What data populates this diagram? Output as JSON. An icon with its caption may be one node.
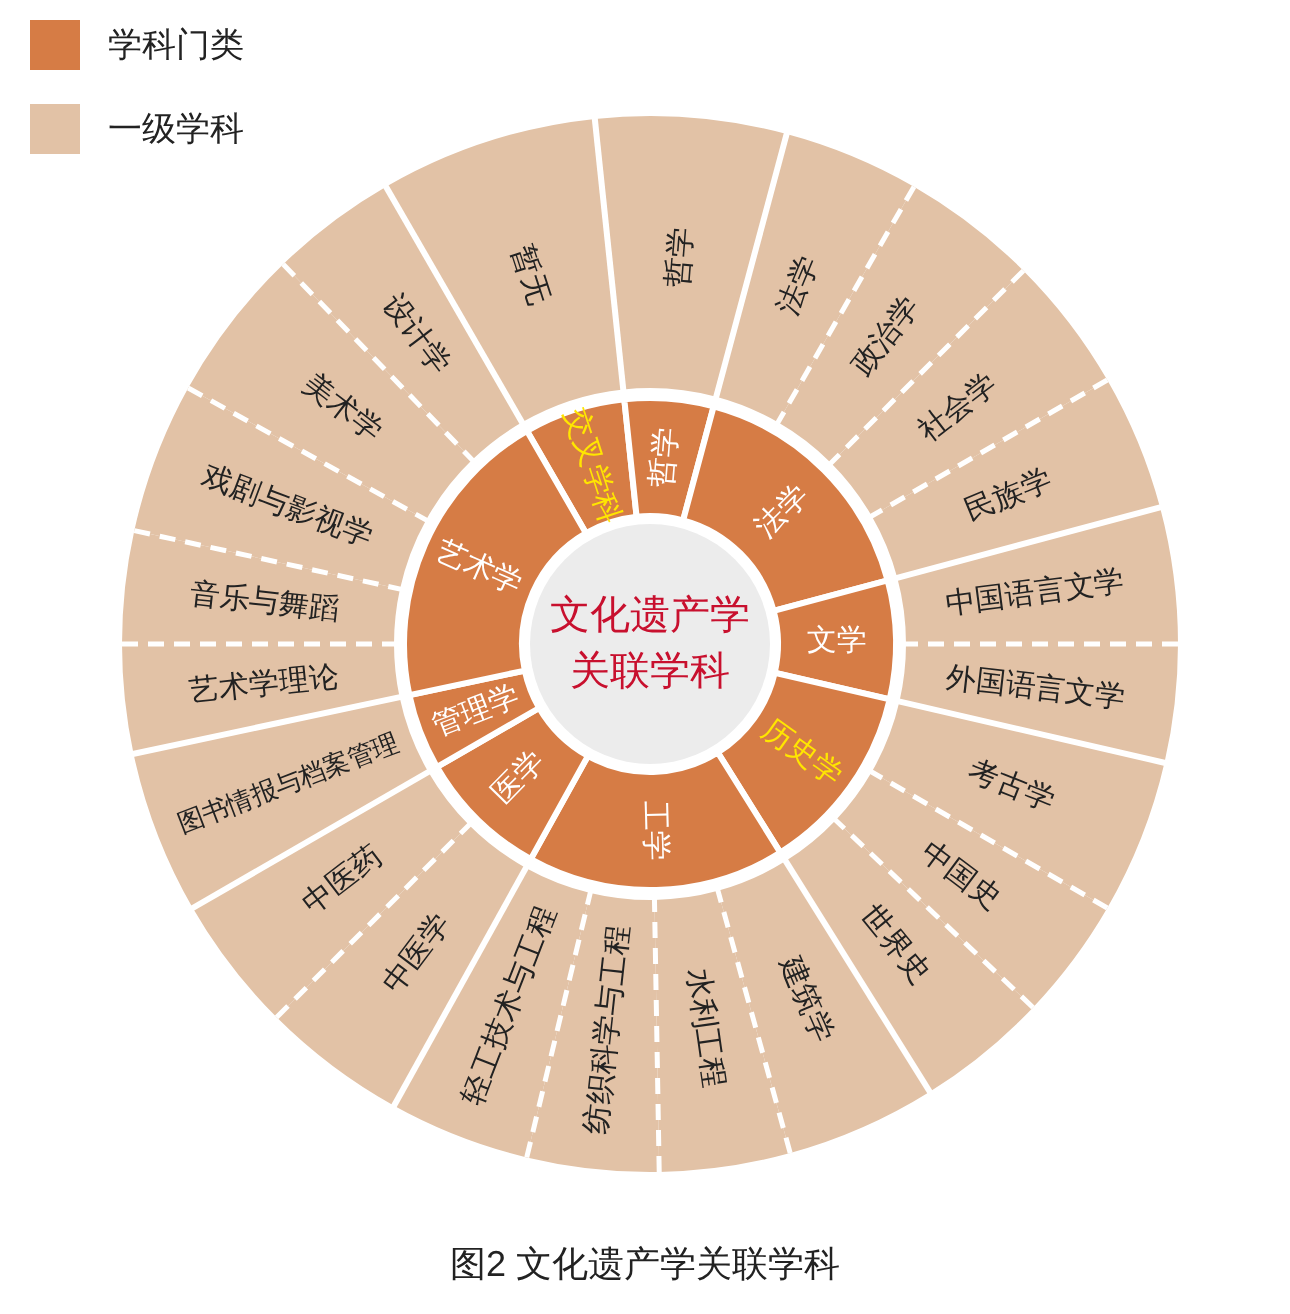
{
  "diagram": {
    "caption": "图2 文化遗产学关联学科",
    "nodes": [
      {
        "text": [
          "文化遗产学关联学科"
        ]
      },
      {
        "text": [
          "交叉学科"
        ]
      },
      {
        "text": [
          "哲学"
        ]
      },
      {
        "text": [
          "法学"
        ]
      },
      {
        "text": [
          "文学"
        ]
      },
      {
        "text": [
          "历史学"
        ]
      },
      {
        "text": [
          "工学"
        ]
      },
      {
        "text": [
          "医学"
        ]
      },
      {
        "text": [
          "管理学"
        ]
      },
      {
        "text": [
          "艺术学"
        ]
      },
      {
        "text": [
          "暂无"
        ]
      },
      {
        "text": [
          "哲学"
        ]
      },
      {
        "text": [
          "法学"
        ]
      },
      {
        "text": [
          "政治学"
        ]
      },
      {
        "text": [
          "社会学"
        ]
      },
      {
        "text": [
          "民族学"
        ]
      },
      {
        "text": [
          "中国语言文学"
        ]
      },
      {
        "text": [
          "外国语言文学"
        ]
      },
      {
        "text": [
          "考古学"
        ]
      },
      {
        "text": [
          "中国史"
        ]
      },
      {
        "text": [
          "世界史"
        ]
      },
      {
        "text": [
          "建筑学"
        ]
      },
      {
        "text": [
          "水利工程"
        ]
      },
      {
        "text": [
          "纺织科学与工程"
        ]
      },
      {
        "text": [
          "轻工技术与工程"
        ]
      },
      {
        "text": [
          "中医学"
        ]
      },
      {
        "text": [
          "中医药"
        ]
      },
      {
        "text": [
          "图书情报与档案管理"
        ]
      },
      {
        "text": [
          "艺术学理论"
        ]
      },
      {
        "text": [
          "音乐与舞蹈"
        ]
      },
      {
        "text": [
          "戏剧与影视学"
        ]
      },
      {
        "text": [
          "美术学"
        ]
      },
      {
        "text": [
          "设计学"
        ]
      }
    ],
    "legend": [
      {
        "text": "学科门类",
        "color": "#d67c45"
      },
      {
        "text": "一级学科",
        "color": "#e2c2a6"
      }
    ]
  }
}
